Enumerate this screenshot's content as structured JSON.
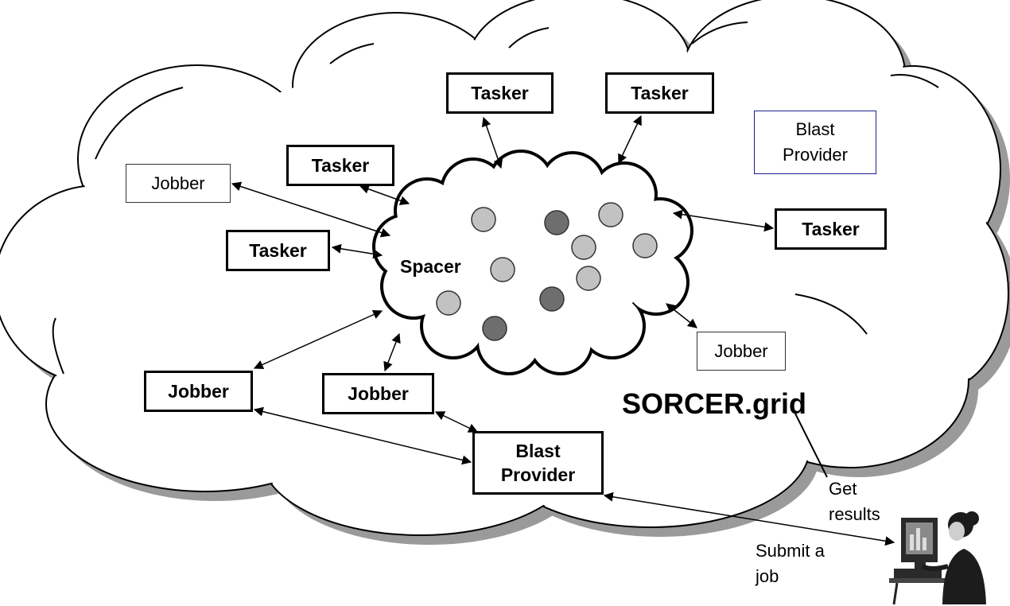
{
  "nodes": {
    "tasker_top_left": "Tasker",
    "tasker_top_right": "Tasker",
    "tasker_mid": "Tasker",
    "tasker_left": "Tasker",
    "tasker_right": "Tasker",
    "jobber_left_thin": "Jobber",
    "jobber_right_thin": "Jobber",
    "jobber_bottom_left": "Jobber",
    "jobber_bottom_mid": "Jobber",
    "blast_provider_thin": "Blast Provider",
    "blast_provider_bold": "Blast Provider",
    "spacer": "Spacer"
  },
  "grid_label": "SORCER.grid",
  "user_labels": {
    "get_results": "Get results",
    "submit_job": "Submit a job"
  }
}
